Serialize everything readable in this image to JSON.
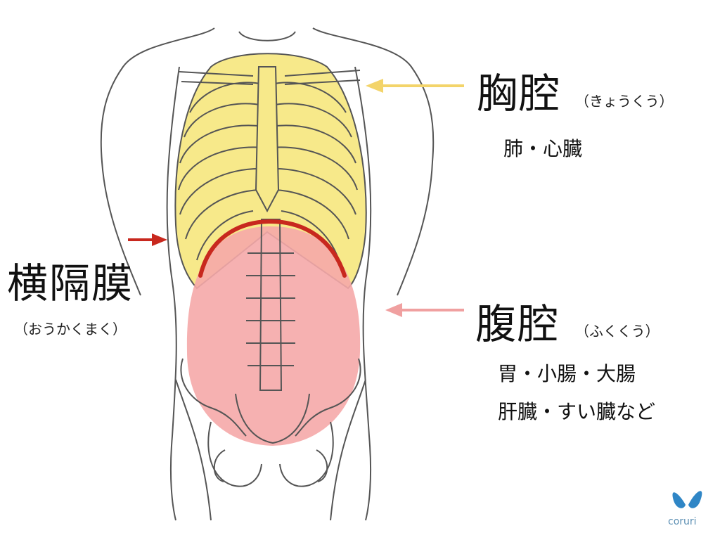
{
  "labels": {
    "thoracic": {
      "name": "胸腔",
      "reading": "（きょうくう）",
      "organs": "肺・心臓"
    },
    "diaphragm": {
      "name": "横隔膜",
      "reading": "（おうかくまく）"
    },
    "abdominal": {
      "name": "腹腔",
      "reading": "（ふくくう）",
      "organs_line1": "胃・小腸・大腸",
      "organs_line2": "肝臓・すい臓など"
    }
  },
  "brand": {
    "name": "coruri",
    "icon": "butterfly-icon"
  },
  "colors": {
    "thoracic_fill": "#f7e98a",
    "thoracic_arrow": "#f3d46a",
    "abdominal_fill": "#f5a8a8",
    "abdominal_arrow": "#f0a0a0",
    "diaphragm_line": "#c8281e",
    "outline": "#444444",
    "brand": "#2f86c6"
  }
}
